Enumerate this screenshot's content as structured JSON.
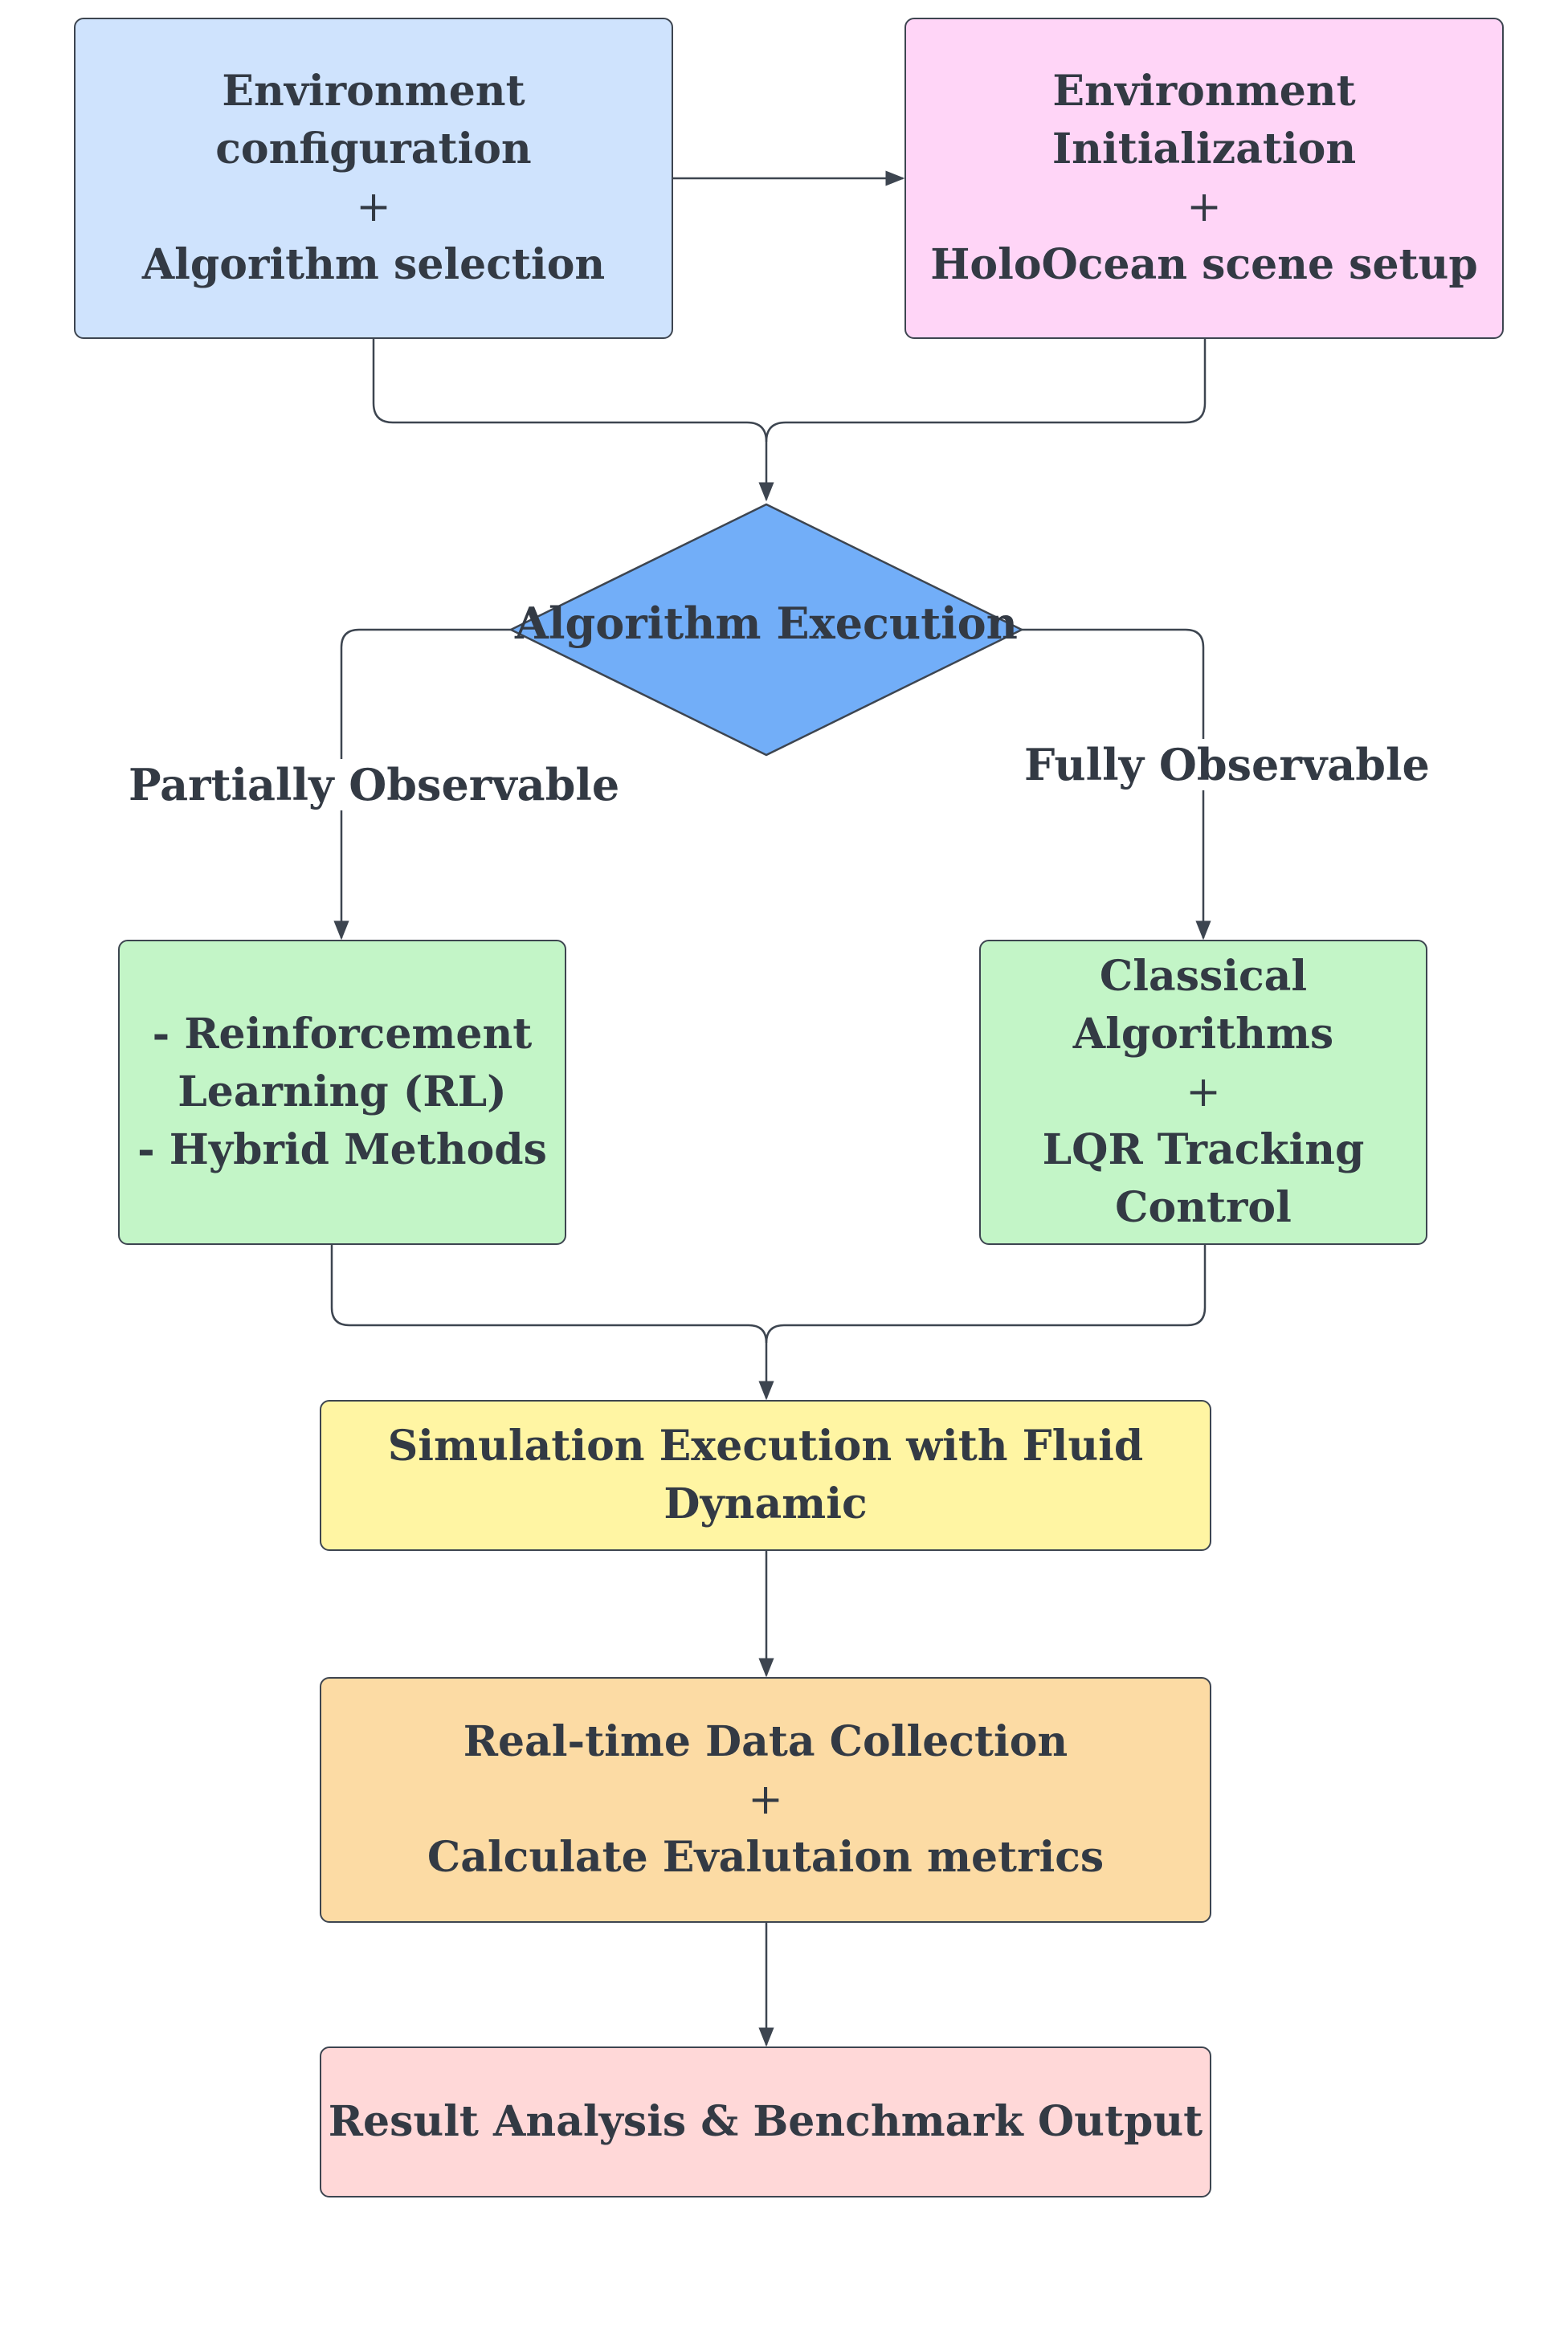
{
  "nodes": {
    "env_config": {
      "line1": "Environment configuration",
      "plus": "+",
      "line2": "Algorithm selection"
    },
    "env_init": {
      "line1": "Environment Initialization",
      "plus": "+",
      "line2": "HoloOcean scene setup"
    },
    "decision": {
      "label": "Algorithm Execution"
    },
    "partial_branch": {
      "line1": "- Reinforcement",
      "line2": "Learning (RL)",
      "line3": "- Hybrid Methods"
    },
    "full_branch": {
      "line1": "Classical",
      "line2": "Algorithms",
      "plus": "+",
      "line3": "LQR Tracking",
      "line4": "Control"
    },
    "simulation": {
      "line1": "Simulation Execution with Fluid",
      "line2": "Dynamic"
    },
    "data_collection": {
      "line1": "Real-time Data Collection",
      "plus": "+",
      "line2": "Calculate Evalutaion metrics"
    },
    "result": {
      "label": "Result Analysis & Benchmark Output"
    }
  },
  "edges": {
    "partial_label": "Partially Observable",
    "full_label": "Fully Observable"
  },
  "colors": {
    "env_config": "#cfe3fd",
    "env_init": "#ffd5f7",
    "decision": "#72aef8",
    "branches": "#c3f5c7",
    "simulation": "#fff5a3",
    "data_collection": "#fcdba4",
    "result": "#ffd8d8",
    "stroke": "#3d4550",
    "text": "#333a44"
  }
}
